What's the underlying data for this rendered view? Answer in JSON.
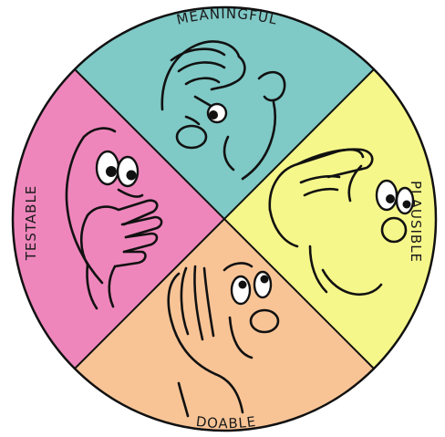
{
  "diagram": {
    "segments": [
      {
        "id": "meaningful",
        "label": "MEANINGFUL",
        "color": "#7fc9c6"
      },
      {
        "id": "plausible",
        "label": "PLAUSIBLE",
        "color": "#f6f78a"
      },
      {
        "id": "doable",
        "label": "DOABLE",
        "color": "#f8c496"
      },
      {
        "id": "testable",
        "label": "TESTABLE",
        "color": "#ee86bc"
      }
    ],
    "center_color": "#ffffff",
    "outline_color": "#111111"
  }
}
